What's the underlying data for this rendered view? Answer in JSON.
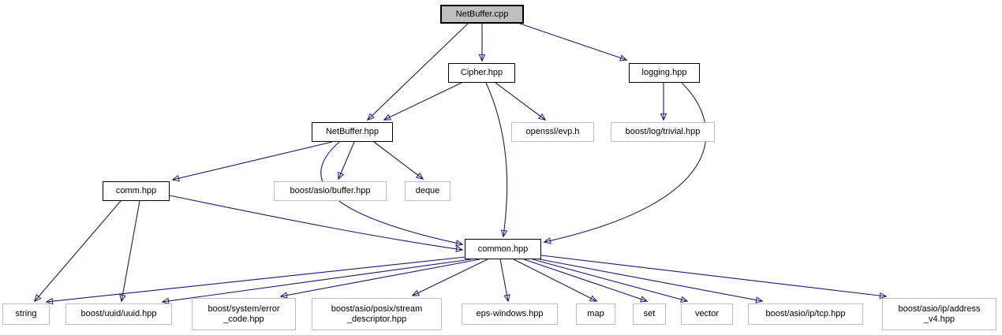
{
  "diagram": {
    "kind": "include-dependency-graph",
    "edge_color": "#191970",
    "root_fill": "#bfbfbf",
    "internal_border": "#000000",
    "external_border": "#bebebe"
  },
  "nodes": [
    {
      "id": "netbuffer-cpp",
      "label": "NetBuffer.cpp",
      "kind": "root"
    },
    {
      "id": "cipher-hpp",
      "label": "Cipher.hpp",
      "kind": "internal"
    },
    {
      "id": "logging-hpp",
      "label": "logging.hpp",
      "kind": "internal"
    },
    {
      "id": "netbuffer-hpp",
      "label": "NetBuffer.hpp",
      "kind": "internal"
    },
    {
      "id": "openssl-evp-h",
      "label": "openssl/evp.h",
      "kind": "external"
    },
    {
      "id": "boost-log-trivial-hpp",
      "label": "boost/log/trivial.hpp",
      "kind": "external"
    },
    {
      "id": "comm-hpp",
      "label": "comm.hpp",
      "kind": "internal"
    },
    {
      "id": "boost-asio-buffer-hpp",
      "label": "boost/asio/buffer.hpp",
      "kind": "external"
    },
    {
      "id": "deque",
      "label": "deque",
      "kind": "external"
    },
    {
      "id": "common-hpp",
      "label": "common.hpp",
      "kind": "internal"
    },
    {
      "id": "string",
      "label": "string",
      "kind": "external"
    },
    {
      "id": "boost-uuid-uuid-hpp",
      "label": "boost/uuid/uuid.hpp",
      "kind": "external"
    },
    {
      "id": "boost-system-error-code-hpp",
      "label": "boost/system/error\n_code.hpp",
      "kind": "external"
    },
    {
      "id": "boost-asio-posix-stream-descriptor-hpp",
      "label": "boost/asio/posix/stream\n_descriptor.hpp",
      "kind": "external"
    },
    {
      "id": "eps-windows-hpp",
      "label": "eps-windows.hpp",
      "kind": "external"
    },
    {
      "id": "map",
      "label": "map",
      "kind": "external"
    },
    {
      "id": "set",
      "label": "set",
      "kind": "external"
    },
    {
      "id": "vector",
      "label": "vector",
      "kind": "external"
    },
    {
      "id": "boost-asio-ip-tcp-hpp",
      "label": "boost/asio/ip/tcp.hpp",
      "kind": "external"
    },
    {
      "id": "boost-asio-ip-address-v4-hpp",
      "label": "boost/asio/ip/address\n_v4.hpp",
      "kind": "external"
    }
  ],
  "edges": [
    {
      "from": "netbuffer-cpp",
      "to": "cipher-hpp"
    },
    {
      "from": "netbuffer-cpp",
      "to": "netbuffer-hpp"
    },
    {
      "from": "netbuffer-cpp",
      "to": "logging-hpp"
    },
    {
      "from": "cipher-hpp",
      "to": "netbuffer-hpp"
    },
    {
      "from": "cipher-hpp",
      "to": "openssl-evp-h"
    },
    {
      "from": "cipher-hpp",
      "to": "common-hpp"
    },
    {
      "from": "logging-hpp",
      "to": "boost-log-trivial-hpp"
    },
    {
      "from": "logging-hpp",
      "to": "common-hpp"
    },
    {
      "from": "netbuffer-hpp",
      "to": "comm-hpp"
    },
    {
      "from": "netbuffer-hpp",
      "to": "boost-asio-buffer-hpp"
    },
    {
      "from": "netbuffer-hpp",
      "to": "deque"
    },
    {
      "from": "netbuffer-hpp",
      "to": "common-hpp"
    },
    {
      "from": "comm-hpp",
      "to": "string"
    },
    {
      "from": "comm-hpp",
      "to": "boost-uuid-uuid-hpp"
    },
    {
      "from": "comm-hpp",
      "to": "common-hpp"
    },
    {
      "from": "common-hpp",
      "to": "string"
    },
    {
      "from": "common-hpp",
      "to": "boost-uuid-uuid-hpp"
    },
    {
      "from": "common-hpp",
      "to": "boost-system-error-code-hpp"
    },
    {
      "from": "common-hpp",
      "to": "boost-asio-posix-stream-descriptor-hpp"
    },
    {
      "from": "common-hpp",
      "to": "eps-windows-hpp"
    },
    {
      "from": "common-hpp",
      "to": "map"
    },
    {
      "from": "common-hpp",
      "to": "set"
    },
    {
      "from": "common-hpp",
      "to": "vector"
    },
    {
      "from": "common-hpp",
      "to": "boost-asio-ip-tcp-hpp"
    },
    {
      "from": "common-hpp",
      "to": "boost-asio-ip-address-v4-hpp"
    }
  ]
}
